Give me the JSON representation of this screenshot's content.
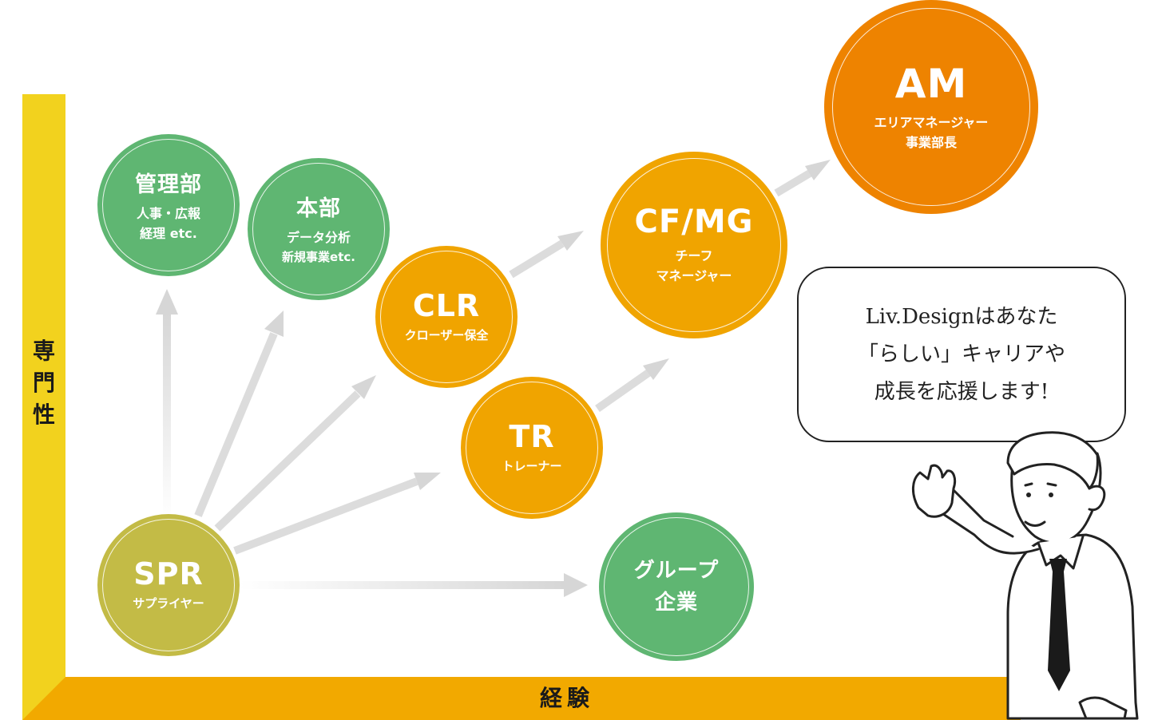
{
  "axes": {
    "y_label_chars": [
      "専",
      "門",
      "性"
    ],
    "x_label": "経験"
  },
  "nodes": {
    "kanri": {
      "title": "管理部",
      "line1": "人事・広報",
      "line2": "経理 etc."
    },
    "honbu": {
      "title": "本部",
      "line1": "データ分析",
      "line2": "新規事業etc."
    },
    "clr": {
      "abbr": "CLR",
      "line1": "クローザー保全"
    },
    "tr": {
      "abbr": "TR",
      "line1": "トレーナー"
    },
    "cfmg": {
      "abbr": "CF/MG",
      "line1": "チーフ",
      "line2": "マネージャー"
    },
    "am": {
      "abbr": "AM",
      "line1": "エリアマネージャー",
      "line2": "事業部長"
    },
    "spr": {
      "abbr": "SPR",
      "line1": "サプライヤー"
    },
    "group": {
      "line1": "グループ",
      "line2": "企業"
    }
  },
  "speech_bubble": {
    "lines": [
      "Liv.Designはあなた",
      "「らしい」キャリアや",
      "成長を応援します!"
    ]
  },
  "colors": {
    "axis_y": "#f2d21e",
    "axis_x": "#f2a900",
    "green": "#5fb672",
    "olive": "#c3bb46",
    "amber": "#f0a400",
    "orange": "#ee8300",
    "arrow": "#d9d9d9"
  },
  "illustration": "businessman-pointing-icon"
}
